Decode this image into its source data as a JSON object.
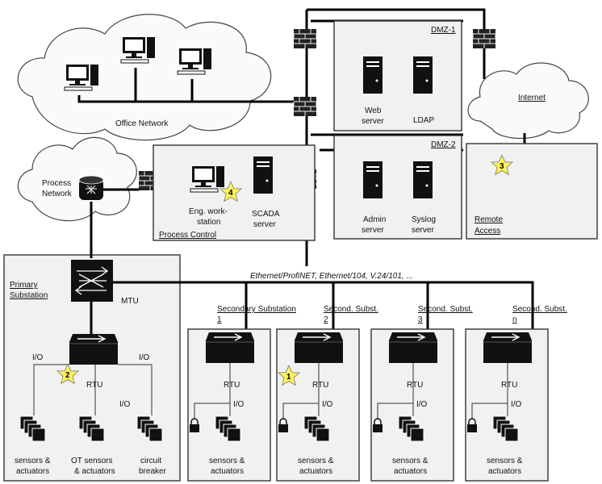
{
  "clouds": {
    "office": "Office Network",
    "process": "Process Network",
    "internet": "Internet"
  },
  "zones": {
    "dmz1": "DMZ-1",
    "dmz2": "DMZ-2",
    "process_control": "Process Control",
    "remote_access": "Remote Access",
    "primary_substation": "Primary Substation"
  },
  "servers": {
    "web": "Web server",
    "ldap": "LDAP",
    "admin": "Admin server",
    "syslog": "Syslog server",
    "scada": "SCADA server",
    "eng_ws": "Eng. work- station"
  },
  "mtu": "MTU",
  "protocol_bus": "Ethernet/ProfiNET, Ethernet/104, V.24/101, ...",
  "primary": {
    "rtu": "RTU",
    "io_left": "I/O",
    "io_right": "I/O",
    "io_mid": "I/O",
    "dev1": "sensors & actuators",
    "dev2": "OT sensors & actuators",
    "dev3": "circuit breaker"
  },
  "substations": [
    {
      "title": "Secondary Substation 1",
      "rtu": "RTU",
      "io": "I/O",
      "devices": "sensors & actuators"
    },
    {
      "title": "Second. Subst. 2",
      "rtu": "RTU",
      "io": "I/O",
      "devices": "sensors & actuators"
    },
    {
      "title": "Second. Subst. 3",
      "rtu": "RTU",
      "io": "I/O",
      "devices": "sensors & actuators"
    },
    {
      "title": "Second. Subst. n",
      "rtu": "RTU",
      "io": "I/O",
      "devices": "sensors & actuators"
    }
  ],
  "stars": [
    "1",
    "2",
    "3",
    "4"
  ],
  "colors": {
    "star": "#fff45a",
    "zone_fill": "#f1f1f1",
    "wire": "#000000"
  }
}
